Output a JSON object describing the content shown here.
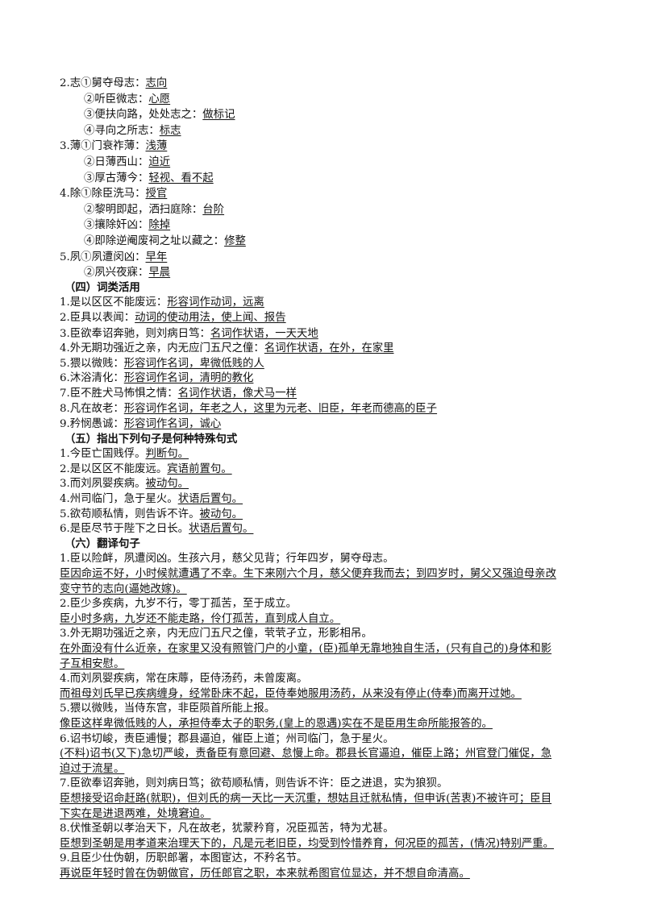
{
  "sections": {
    "meaning_cont": [
      {
        "q": "2.志①舅夺母志：",
        "a": "志向",
        "sub": false
      },
      {
        "q": "②听臣微志：",
        "a": "心愿",
        "sub": true
      },
      {
        "q": "③便扶向路，处处志之：",
        "a": "做标记",
        "sub": true
      },
      {
        "q": "④寻向之所志：",
        "a": "标志",
        "sub": true
      },
      {
        "q": "3.薄①门衰祚薄：",
        "a": "浅薄",
        "sub": false
      },
      {
        "q": "②日薄西山：",
        "a": "迫近",
        "sub": true
      },
      {
        "q": "③厚古薄今：",
        "a": "轻视、看不起",
        "sub": true
      },
      {
        "q": "4.除①除臣洗马：",
        "a": "授官",
        "sub": false
      },
      {
        "q": "②黎明即起，洒扫庭除：",
        "a": "台阶",
        "sub": true
      },
      {
        "q": "③攘除奸凶：",
        "a": "除掉",
        "sub": true
      },
      {
        "q": "④即除逆阉废祠之址以藏之：",
        "a": "修整",
        "sub": true
      },
      {
        "q": "5.夙①夙遭闵凶：",
        "a": "早年",
        "sub": false
      },
      {
        "q": "②夙兴夜寐：",
        "a": "早晨",
        "sub": true
      }
    ],
    "s4": {
      "title": "（四）词类活用",
      "items": [
        {
          "q": "1.是以区区不能废远：",
          "a": "形容词作动词，远离"
        },
        {
          "q": "2.臣具以表闻：",
          "a": "动词的使动用法，使上闻、报告"
        },
        {
          "q": "3.臣欲奉诏奔驰，则刘病日笃：",
          "a": "名词作状语，一天天地"
        },
        {
          "q": "4.外无期功强近之亲，内无应门五尺之僮：",
          "a": "名词作状语，在外，在家里"
        },
        {
          "q": "5.猥以微贱：",
          "a": "形容词作名词，卑微低贱的人"
        },
        {
          "q": "6.沐浴清化：",
          "a": "形容词作名词，清明的教化"
        },
        {
          "q": "7.臣不胜犬马怖惧之情：",
          "a": "名词作状语，像犬马一样"
        },
        {
          "q": "8.凡在故老：",
          "a": "形容词作名词，年老之人，这里为元老、旧臣，年老而德高的臣子"
        },
        {
          "q": "9.矜悯愚诚：",
          "a": "形容词作名词，诚心"
        }
      ]
    },
    "s5": {
      "title": "（五）指出下列句子是何种特殊句式",
      "items": [
        {
          "q": "1.今臣亡国贱俘。",
          "a": "判断句。"
        },
        {
          "q": "2.是以区区不能废远。",
          "a": "宾语前置句。"
        },
        {
          "q": "3.而刘夙婴疾病。",
          "a": "被动句。"
        },
        {
          "q": "4.州司临门，急于星火。",
          "a": "状语后置句。"
        },
        {
          "q": "5.欲苟顺私情，则告诉不许。",
          "a": "被动句。"
        },
        {
          "q": "6.是臣尽节于陛下之日长。",
          "a": "状语后置句。"
        }
      ]
    },
    "s6": {
      "title": "（六）翻译句子",
      "items": [
        {
          "src": [
            "1.臣以险衅，夙遭闵凶。生孩六月，慈父见背；行年四岁，舅夺母志。"
          ],
          "tr": [
            "臣因命运不好，小时候就遭遇了不幸。生下来刚六个月，慈父便弃我而去；到四岁时，舅父又强迫母亲改",
            "变守节的志向(逼她改嫁)。"
          ]
        },
        {
          "src": [
            "2.臣少多疾病，九岁不行，零丁孤苦，至于成立。"
          ],
          "tr": [
            "臣小时多病，九岁还不能走路，伶仃孤苦，直到成人自立。"
          ]
        },
        {
          "src": [
            "3.外无期功强近之亲，内无应门五尺之僮，茕茕孑立，形影相吊。"
          ],
          "tr": [
            "在外面没有什么近亲，在家里又没有照管门户的小童，(臣)孤单无靠地独自生活，(只有自己的)身体和影",
            "子互相安慰。"
          ]
        },
        {
          "src": [
            "4.而刘夙婴疾病，常在床蓐，臣侍汤药，未曾废离。"
          ],
          "tr": [
            "而祖母刘氏早已疾病缠身，经常卧床不起，臣侍奉她服用汤药，从来没有停止(侍奉)而离开过她。"
          ]
        },
        {
          "src": [
            "5.猥以微贱，当侍东宫，非臣陨首所能上报。"
          ],
          "tr": [
            "像臣这样卑微低贱的人，承担侍奉太子的职务,(皇上的恩遇)实在不是臣用生命所能报答的。"
          ]
        },
        {
          "src": [
            "6.诏书切峻，责臣逋慢；郡县逼迫，催臣上道；州司临门，急于星火。"
          ],
          "tr": [
            "(不料)诏书(又下)急切严峻，责备臣有意回避、怠慢上命。郡县长官逼迫，催臣上路；州官登门催促，急",
            "迫过于流星。"
          ]
        },
        {
          "src": [
            "7.臣欲奉诏奔驰，则刘病日笃；欲苟顺私情，则告诉不许：臣之进退，实为狼狈。"
          ],
          "tr": [
            "臣想接受诏命赶路(就职)，但刘氏的病一天比一天沉重，想姑且迁就私情，但申诉(苦衷)不被许可；臣目",
            "下实在是进退两难，处境窘迫。"
          ]
        },
        {
          "src": [
            "8.伏惟圣朝以孝治天下，凡在故老，犹蒙矜育，况臣孤苦，特为尤甚。"
          ],
          "tr": [
            "臣想到圣朝是用孝道来治理天下的，凡是元老旧臣，均受到怜惜养育，何况臣的孤苦，(情况)特别严重。"
          ]
        },
        {
          "src": [
            "9.且臣少仕伪朝，历职郎署，本图宦达，不矜名节。"
          ],
          "tr": [
            "再说臣年轻时曾在伪朝做官，历任郎官之职，本来就希图官位显达，并不想自命清高。"
          ]
        }
      ]
    }
  }
}
